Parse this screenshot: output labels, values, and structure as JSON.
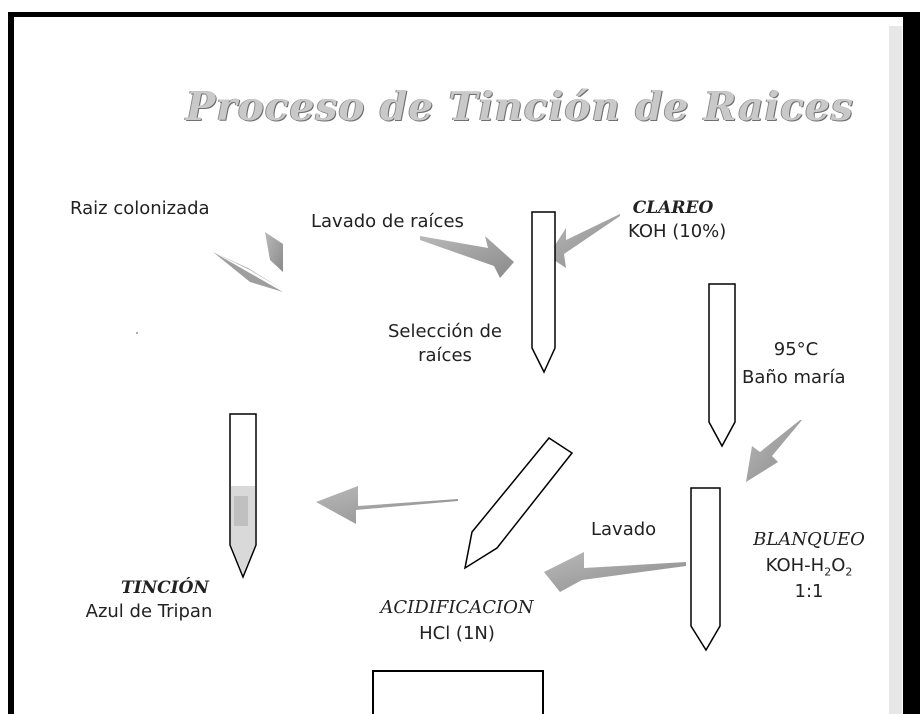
{
  "diagram": {
    "title": "Proceso de Tinción de Raices",
    "labels": {
      "raiz_colonizada": "Raiz colonizada",
      "lavado_raices": "Lavado de raíces",
      "clareo_title": "CLAREO",
      "clareo_reagent": "KOH (10%)",
      "seleccion_1": "Selección de",
      "seleccion_2": "raíces",
      "temp": "95°C",
      "bano": "Baño maría",
      "lavado": "Lavado",
      "blanqueo_title": "BLANQUEO",
      "blanqueo_reagent_main": "KOH-H",
      "blanqueo_sub1": "2",
      "blanqueo_mid": "O",
      "blanqueo_sub2": "2",
      "blanqueo_ratio": "1:1",
      "acidificacion_title": "ACIDIFICACION",
      "acidificacion_reagent": "HCl (1N)",
      "tincion_title": "TINCIÓN",
      "tincion_reagent": "Azul de Tripan"
    }
  },
  "colors": {
    "arrow": "#9a9a9a",
    "frame": "#000000",
    "outline": "#000000"
  }
}
